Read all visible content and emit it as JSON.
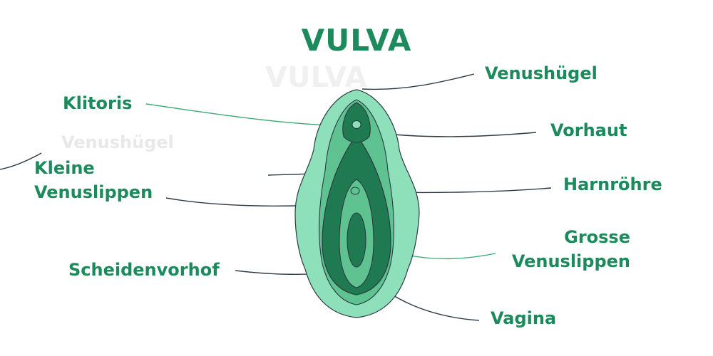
{
  "title": "VULVA",
  "ghost": {
    "title": "VULVA",
    "label": "Venushügel"
  },
  "labels": {
    "venushuegel": "Venushügel",
    "klitoris": "Klitoris",
    "vorhaut": "Vorhaut",
    "kleine_line1": "Kleine",
    "kleine_line2": "Venuslippen",
    "harnroehre": "Harnröhre",
    "grosse_line1": "Grosse",
    "grosse_line2": "Venuslippen",
    "scheidenvorhof": "Scheidenvorhof",
    "vagina": "Vagina"
  },
  "colors": {
    "title": "#1c8a5c",
    "outer": "#8ee0bb",
    "inner": "#5ec391",
    "dark": "#1f7a52",
    "leader_dark": "#2d3a43",
    "leader_green": "#3aa873"
  }
}
